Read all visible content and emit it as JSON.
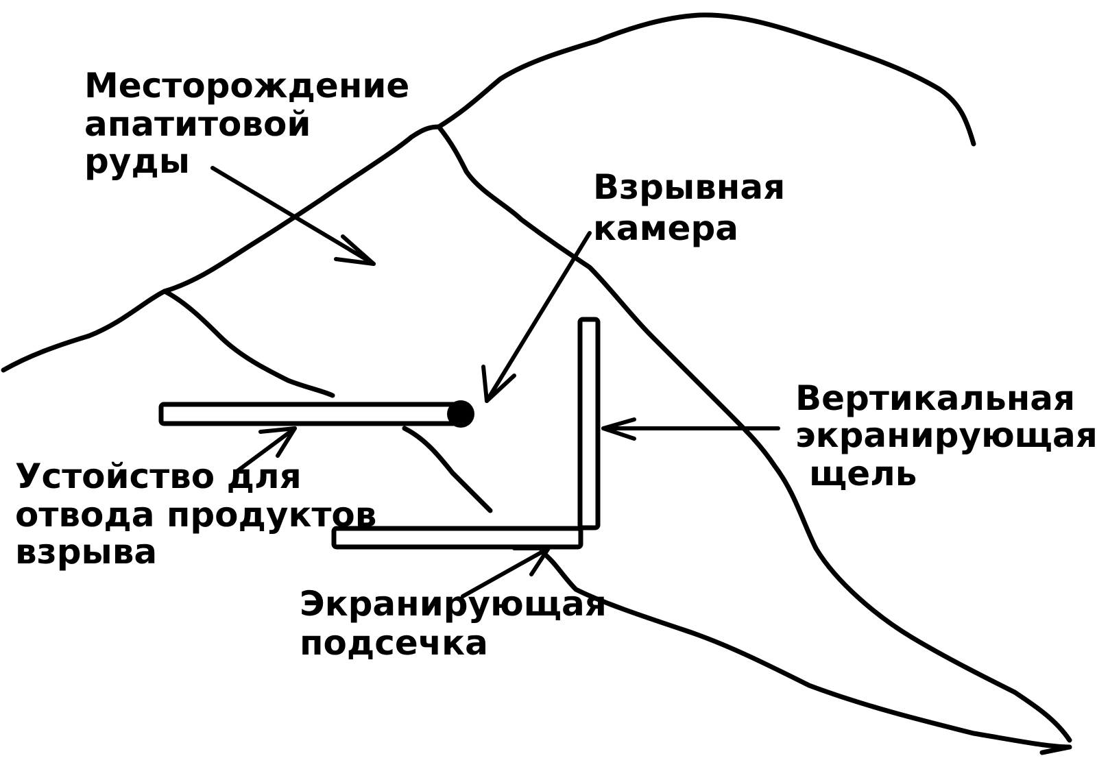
{
  "labels": {
    "deposit": [
      "Месторождение",
      "апатитовой",
      "руды"
    ],
    "chamber": [
      "Взрывная",
      "камера"
    ],
    "vertical_slot": [
      "Вертикальная",
      "экранирующая",
      "щель"
    ],
    "exhaust_device": [
      "Устойство для",
      "отвода продуктов",
      "взрыва"
    ],
    "undercut": [
      "Экранирующая",
      "подсечка"
    ]
  },
  "colors": {
    "ink": "#000000",
    "paper": "#ffffff"
  }
}
